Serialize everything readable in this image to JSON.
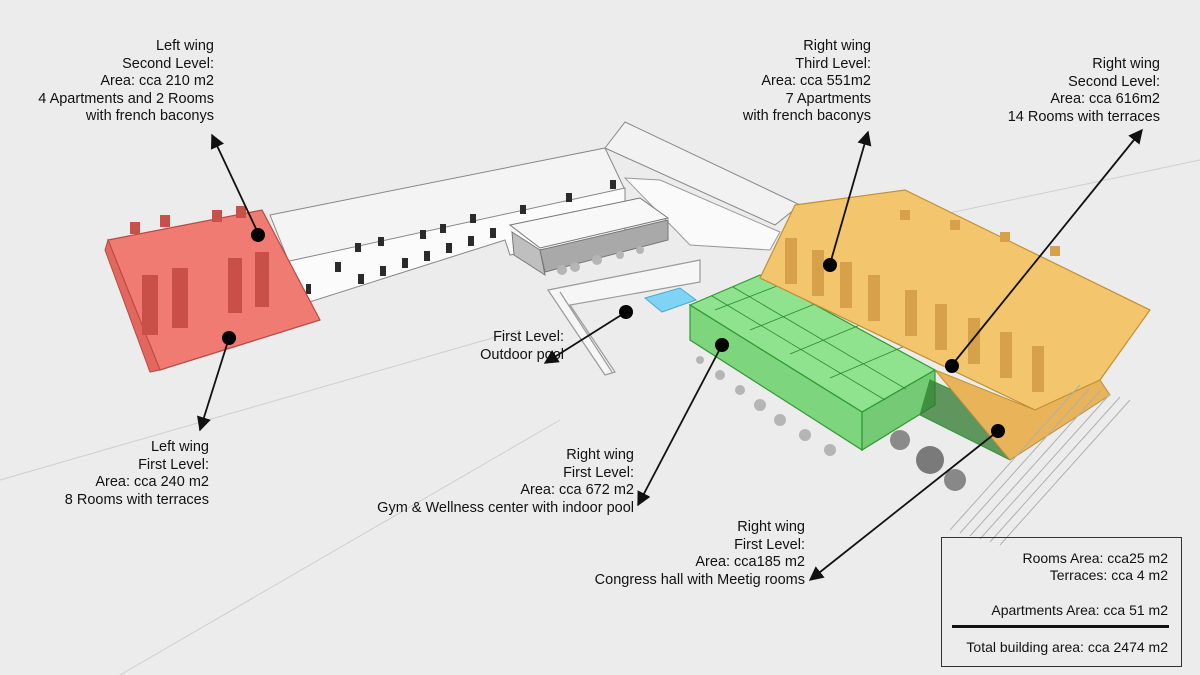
{
  "annotations": [
    {
      "id": "left-wing-second-level",
      "lines": [
        "Left wing",
        "Second Level:",
        "Area: cca 210 m2",
        "4 Apartments and 2 Rooms",
        "with french baconys"
      ]
    },
    {
      "id": "right-wing-third-level",
      "lines": [
        "Right wing",
        "Third Level:",
        "Area: cca 551m2",
        "7 Apartments",
        "with french baconys"
      ]
    },
    {
      "id": "right-wing-second-level",
      "lines": [
        "Right wing",
        "Second Level:",
        "Area: cca 616m2",
        "14 Rooms with terraces"
      ]
    },
    {
      "id": "outdoor-pool",
      "lines": [
        "First Level:",
        "Outdoor pool"
      ]
    },
    {
      "id": "left-wing-first-level",
      "lines": [
        "Left wing",
        "First Level:",
        "Area: cca 240 m2",
        "8 Rooms with terraces"
      ]
    },
    {
      "id": "right-wing-first-level-gym",
      "lines": [
        "Right wing",
        "First Level:",
        "Area: cca 672 m2",
        "Gym & Wellness center with indoor pool"
      ]
    },
    {
      "id": "right-wing-first-level-congress",
      "lines": [
        "Right wing",
        "First Level:",
        "Area: cca185 m2",
        "Congress hall with Meetig rooms"
      ]
    }
  ],
  "summary": {
    "rooms_area": "Rooms Area: cca25 m2",
    "terraces": "Terraces: cca 4 m2",
    "apartments_area": "Apartments Area: cca 51 m2",
    "total": "Total building area: cca 2474 m2"
  },
  "colors": {
    "left_wing": "#f07b72",
    "right_wing": "#f3c56c",
    "wellness": "#7fe27f",
    "pool": "#7fd3f5"
  }
}
